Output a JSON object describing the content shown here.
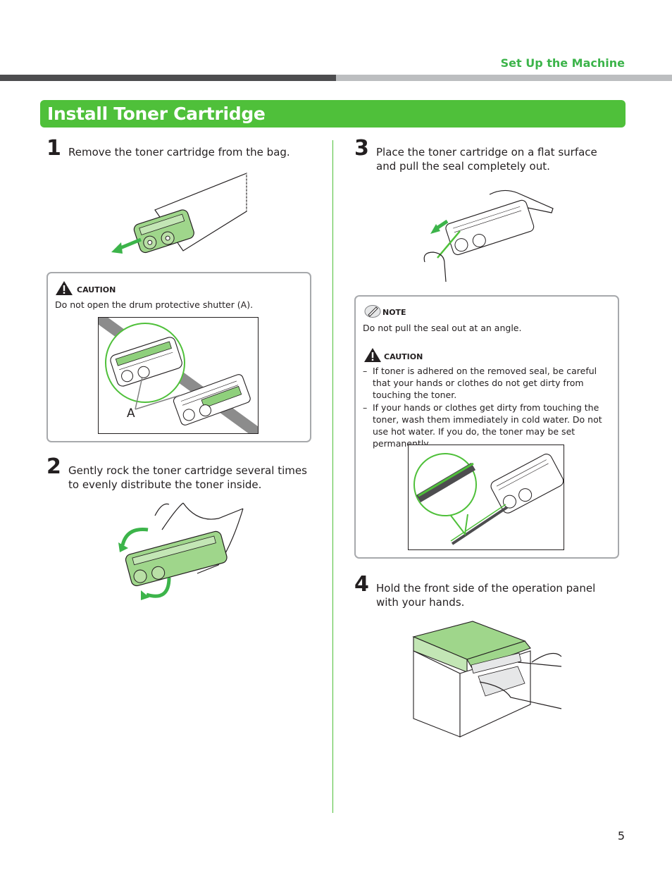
{
  "header": {
    "section": "Set Up the Machine",
    "title": "Install Toner Cartridge"
  },
  "steps": [
    {
      "number": "1",
      "text": "Remove the toner cartridge from the bag."
    },
    {
      "number": "2",
      "text": "Gently rock the toner cartridge several times to evenly distribute the toner inside."
    },
    {
      "number": "3",
      "text": "Place the toner cartridge on a flat surface and pull the seal completely out."
    },
    {
      "number": "4",
      "text": "Hold the front side of the operation panel with your hands."
    }
  ],
  "caution1": {
    "label": "CAUTION",
    "text": "Do not open the drum protective shutter (A).",
    "callout": "A"
  },
  "note": {
    "label": "NOTE",
    "text": "Do not pull the seal out at an angle."
  },
  "caution2": {
    "label": "CAUTION",
    "items": [
      "If toner is adhered on the removed seal, be careful that your hands or clothes do not get dirty from touching the toner.",
      "If your hands or clothes get dirty from touching the toner, wash them immediately in cold water. Do not use hot water. If you do, the toner may be set permanently."
    ]
  },
  "footer": {
    "page": "5"
  },
  "colors": {
    "accent": "#4fc03a",
    "dark_rule": "#4d4d4f",
    "light_rule": "#bcbec0",
    "box_border": "#a7a9ac"
  }
}
